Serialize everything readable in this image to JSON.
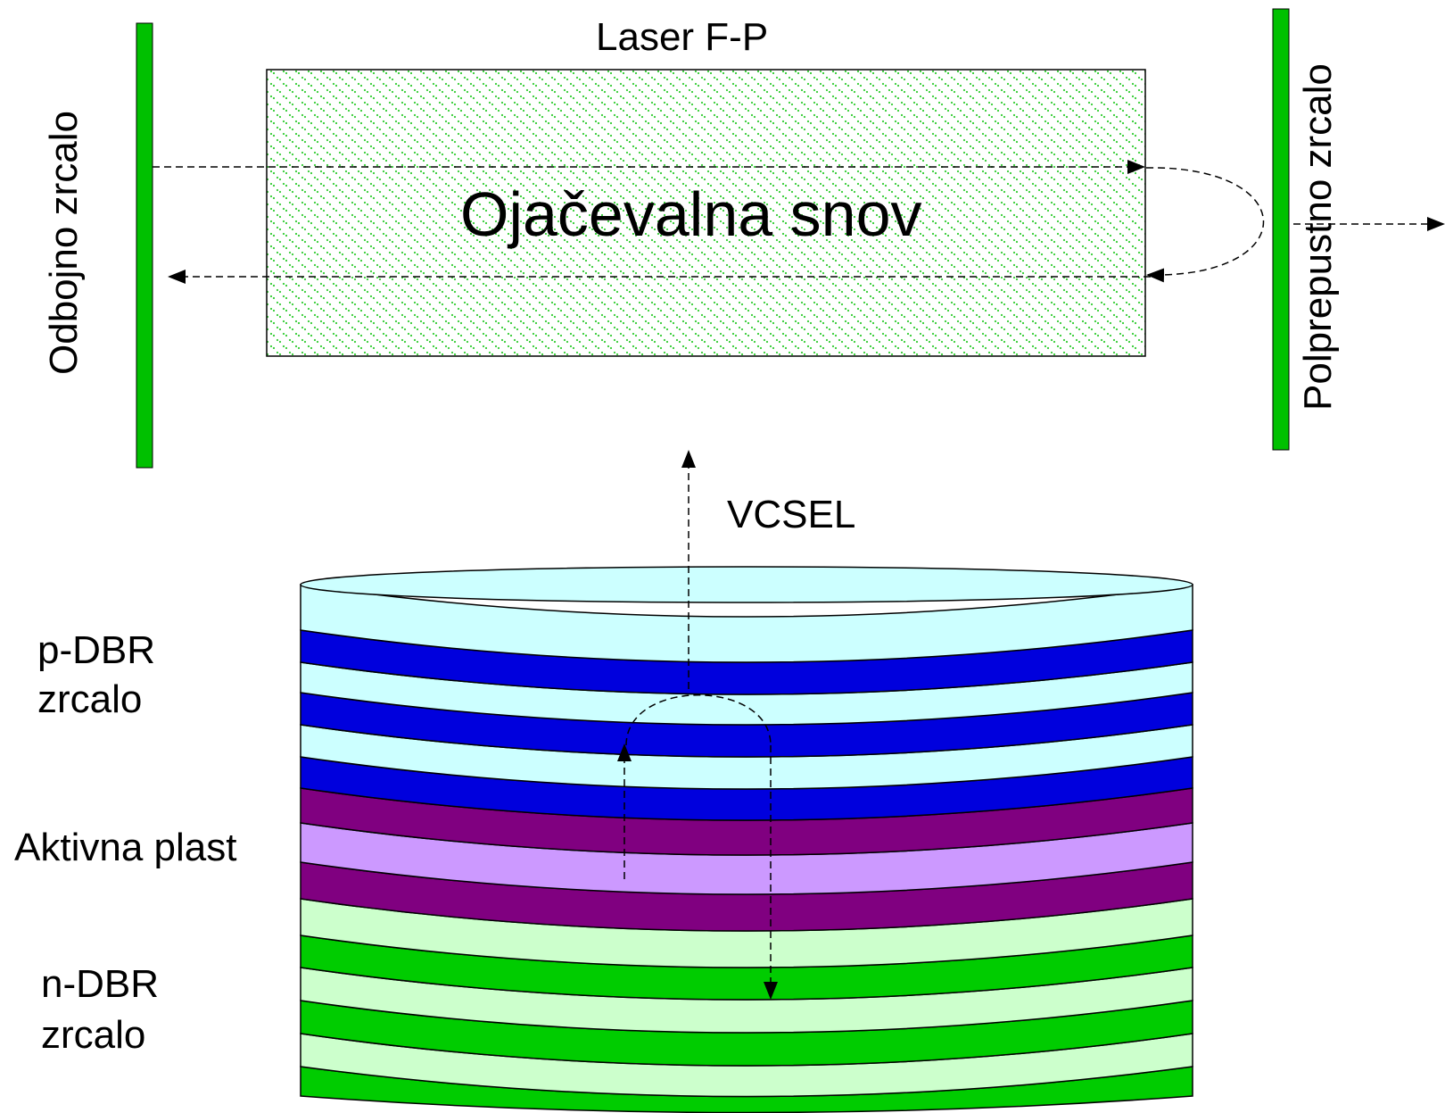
{
  "fp": {
    "title": "Laser F-P",
    "gain_medium": "Ojačevalna snov",
    "left_mirror": "Odbojno zrcalo",
    "right_mirror": "Polprepustno zrcalo"
  },
  "vcsel": {
    "title": "VCSEL",
    "p_dbr": [
      "p-DBR",
      "zrcalo"
    ],
    "active": "Aktivna plast",
    "n_dbr": [
      "n-DBR",
      "zrcalo"
    ]
  },
  "colors": {
    "mirror": "#00c000",
    "gain_dots": "#33cc33",
    "pale_cyan": "#ccffff",
    "dbr_blue": "#0000dd",
    "purple": "#800080",
    "lilac": "#cc99ff",
    "pale_green": "#ccffcc",
    "green": "#00cc00"
  }
}
